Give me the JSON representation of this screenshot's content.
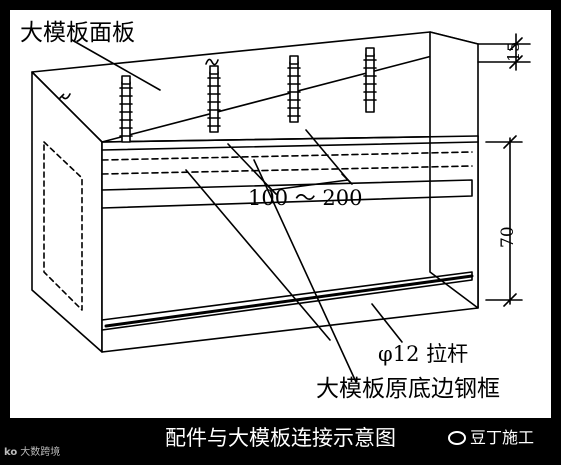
{
  "diagram": {
    "labels": {
      "panel": "大模板面板",
      "bolt_spacing": "100 ～ 200",
      "dim_top": "15",
      "dim_side": "70",
      "tie_rod": "φ12 拉杆",
      "base_frame": "大模板原底边钢框"
    },
    "caption": "配件与大模板连接示意图"
  },
  "watermarks": {
    "left": "大数跨境",
    "left_icon": "ko",
    "right": "豆丁施工",
    "right_icon": "wechat-icon"
  },
  "colors": {
    "background": "#000000",
    "panel": "#ffffff",
    "line": "#000000"
  }
}
